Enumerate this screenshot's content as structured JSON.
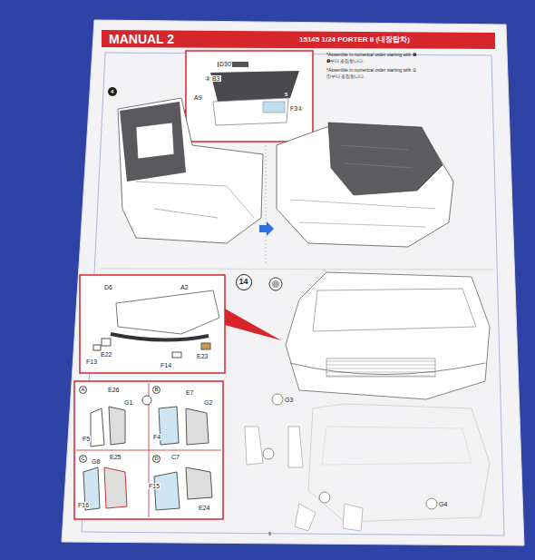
{
  "diagram": {
    "title": "MANUAL 2",
    "nodes": [
      {
        "text": [
          "D30",
          "② B3",
          "A9",
          "F3①"
        ]
      },
      {
        "text": [
          "14"
        ]
      },
      {
        "text": [
          "D6",
          "A2",
          "F13",
          "E22",
          "E23",
          "F14"
        ]
      },
      {
        "text": [
          "A",
          "E26",
          "G1",
          "F5",
          "B",
          "F4",
          "E7",
          "G2",
          "C",
          "G8",
          "E25",
          "F16",
          "D",
          "C7",
          "F15",
          "E24"
        ]
      }
    ],
    "labels": [
      "15145 1/24 PORTER II (내장탑차)",
      "*Assemble in numerical order starting with ❶",
      "❶부터 조립합니다.",
      "*Assemble in numerical order starting with ①",
      "①부터 조립합니다.",
      "4",
      "5",
      "G3",
      "G4",
      "9"
    ]
  }
}
